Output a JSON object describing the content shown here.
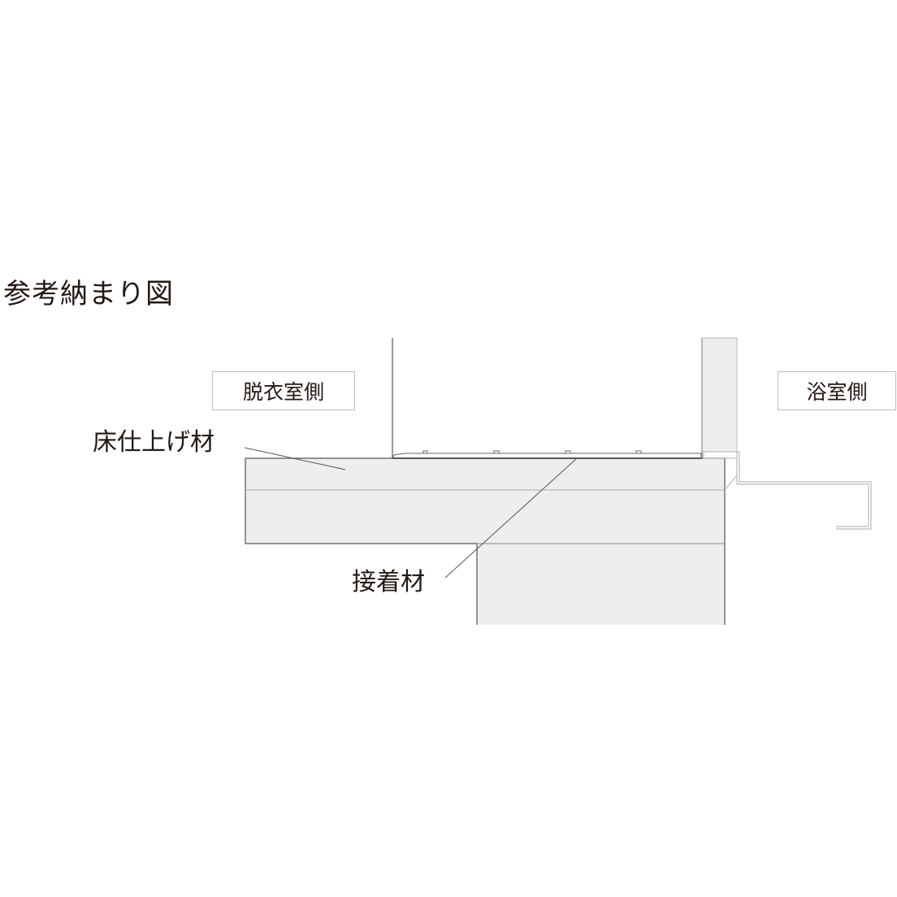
{
  "title": "参考納まり図",
  "tags": {
    "dressing_room": "脱衣室側",
    "bathroom": "浴室側"
  },
  "labels": {
    "floor_finish": "床仕上げ材",
    "adhesive": "接着材"
  },
  "colors": {
    "text": "#231815",
    "fill": "#eeeeee",
    "line_dark": "#555555",
    "line_light": "#bbbbbb"
  }
}
